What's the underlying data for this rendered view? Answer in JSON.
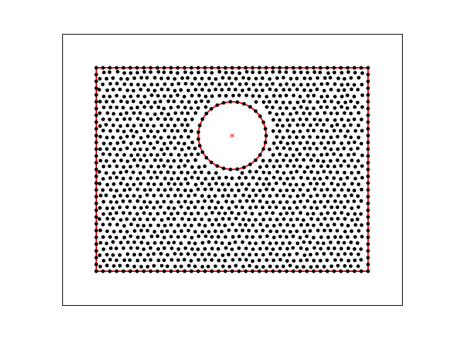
{
  "chart_data": {
    "type": "scatter",
    "title": "",
    "xlabel": "",
    "ylabel": "",
    "axes_visible": false,
    "xlim": [
      -0.25,
      2.25
    ],
    "ylim": [
      -0.25,
      1.75
    ],
    "domain": {
      "rectangle": {
        "x": [
          0,
          2
        ],
        "y": [
          0,
          1.5
        ]
      },
      "hole": {
        "center": [
          1.0,
          1.0
        ],
        "radius": 0.25
      }
    },
    "point_spacing": 0.05,
    "series": [
      {
        "role": "interior nodes",
        "marker": "dot",
        "color": "#000000"
      },
      {
        "role": "boundary nodes",
        "marker": "dot",
        "color": "#ff0000"
      },
      {
        "role": "hole center",
        "marker": "x",
        "color": "#ff0000",
        "points": [
          [
            1.0,
            1.0
          ]
        ]
      }
    ]
  }
}
